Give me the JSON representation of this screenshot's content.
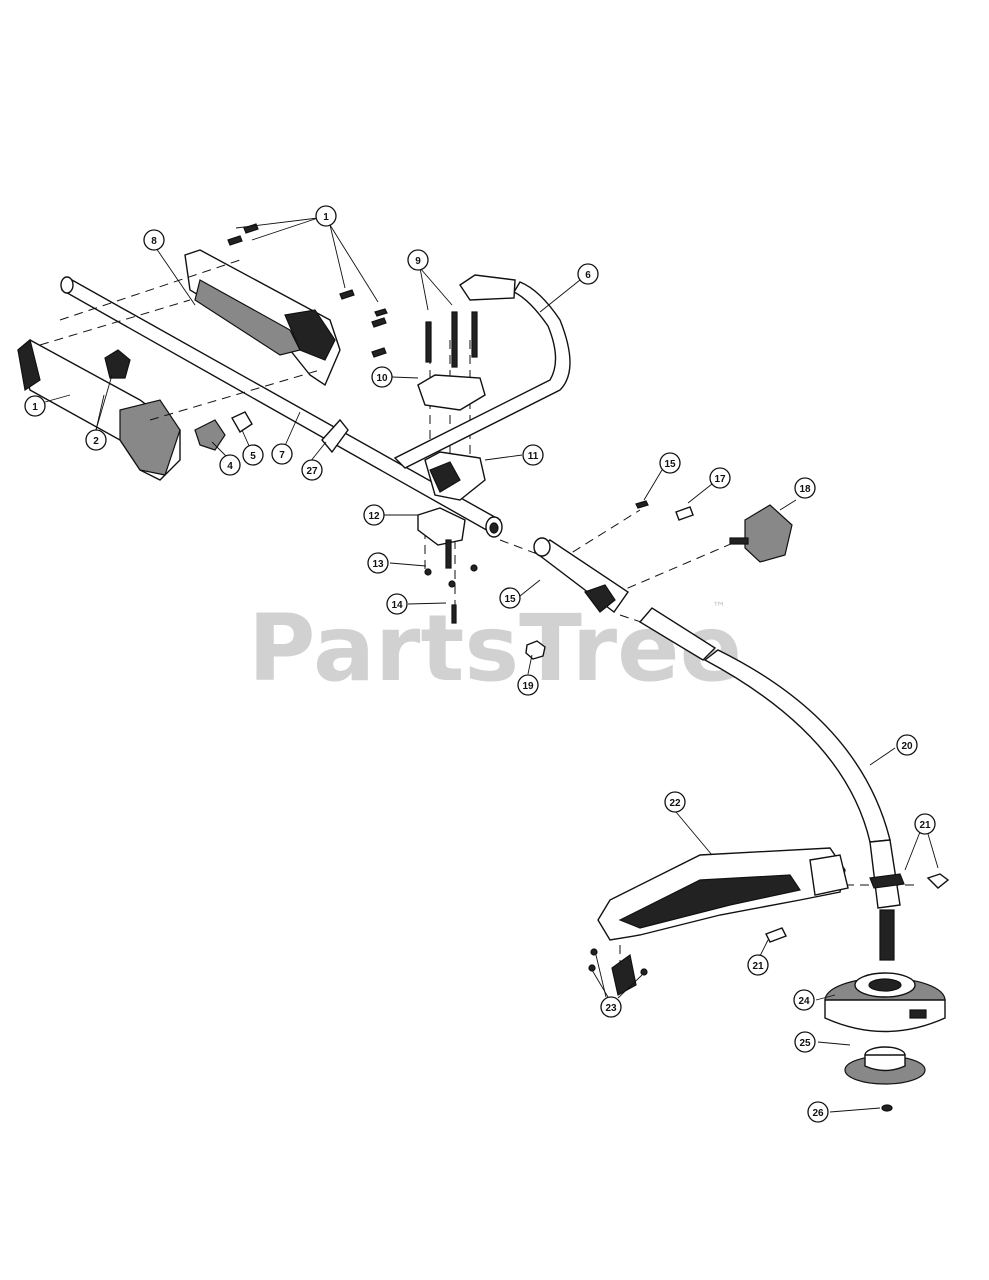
{
  "watermark": {
    "text": "PartsTree",
    "trademark": "™"
  },
  "callouts": [
    {
      "id": "c1a",
      "label": "1"
    },
    {
      "id": "c1b",
      "label": "1"
    },
    {
      "id": "c2",
      "label": "2"
    },
    {
      "id": "c4",
      "label": "4"
    },
    {
      "id": "c5",
      "label": "5"
    },
    {
      "id": "c6",
      "label": "6"
    },
    {
      "id": "c7",
      "label": "7"
    },
    {
      "id": "c8",
      "label": "8"
    },
    {
      "id": "c9",
      "label": "9"
    },
    {
      "id": "c10",
      "label": "10"
    },
    {
      "id": "c11",
      "label": "11"
    },
    {
      "id": "c12",
      "label": "12"
    },
    {
      "id": "c13",
      "label": "13"
    },
    {
      "id": "c14",
      "label": "14"
    },
    {
      "id": "c15a",
      "label": "15"
    },
    {
      "id": "c15b",
      "label": "15"
    },
    {
      "id": "c17",
      "label": "17"
    },
    {
      "id": "c18",
      "label": "18"
    },
    {
      "id": "c19",
      "label": "19"
    },
    {
      "id": "c20",
      "label": "20"
    },
    {
      "id": "c21a",
      "label": "21"
    },
    {
      "id": "c21b",
      "label": "21"
    },
    {
      "id": "c22",
      "label": "22"
    },
    {
      "id": "c23",
      "label": "23"
    },
    {
      "id": "c24",
      "label": "24"
    },
    {
      "id": "c25",
      "label": "25"
    },
    {
      "id": "c26",
      "label": "26"
    },
    {
      "id": "c27",
      "label": "27"
    }
  ]
}
